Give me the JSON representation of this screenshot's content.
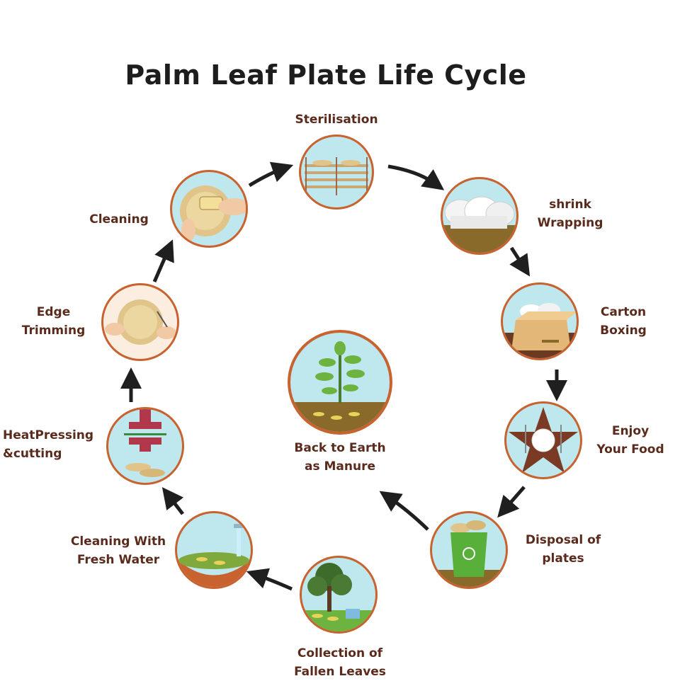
{
  "title": "Palm Leaf Plate Life Cycle",
  "stages": [
    {
      "id": "sterilisation",
      "lines": [
        "Sterilisation"
      ]
    },
    {
      "id": "shrink-wrapping",
      "lines": [
        "shrink",
        "Wrapping"
      ]
    },
    {
      "id": "carton-boxing",
      "lines": [
        "Carton",
        "Boxing"
      ]
    },
    {
      "id": "enjoy-your-food",
      "lines": [
        "Enjoy",
        "Your Food"
      ]
    },
    {
      "id": "disposal-of-plates",
      "lines": [
        "Disposal of",
        "plates"
      ]
    },
    {
      "id": "collection-of-fallen-leaves",
      "lines": [
        "Collection of",
        "Fallen Leaves"
      ]
    },
    {
      "id": "cleaning-with-fresh-water",
      "lines": [
        "Cleaning With",
        "Fresh Water"
      ]
    },
    {
      "id": "heatpressing-cutting",
      "lines": [
        "HeatPressing",
        "&cutting"
      ]
    },
    {
      "id": "edge-trimming",
      "lines": [
        "Edge",
        "Trimming"
      ]
    },
    {
      "id": "cleaning",
      "lines": [
        "Cleaning"
      ]
    }
  ],
  "center": {
    "id": "back-to-earth",
    "lines": [
      "Back to Earth",
      "as Manure"
    ]
  },
  "colors": {
    "ring": "#c8622f",
    "sky": "#bfe8ee",
    "soil": "#8a6a2a",
    "label": "#5a2b1c",
    "arrow": "#1f1f1f",
    "leaf": "#6db33f"
  }
}
